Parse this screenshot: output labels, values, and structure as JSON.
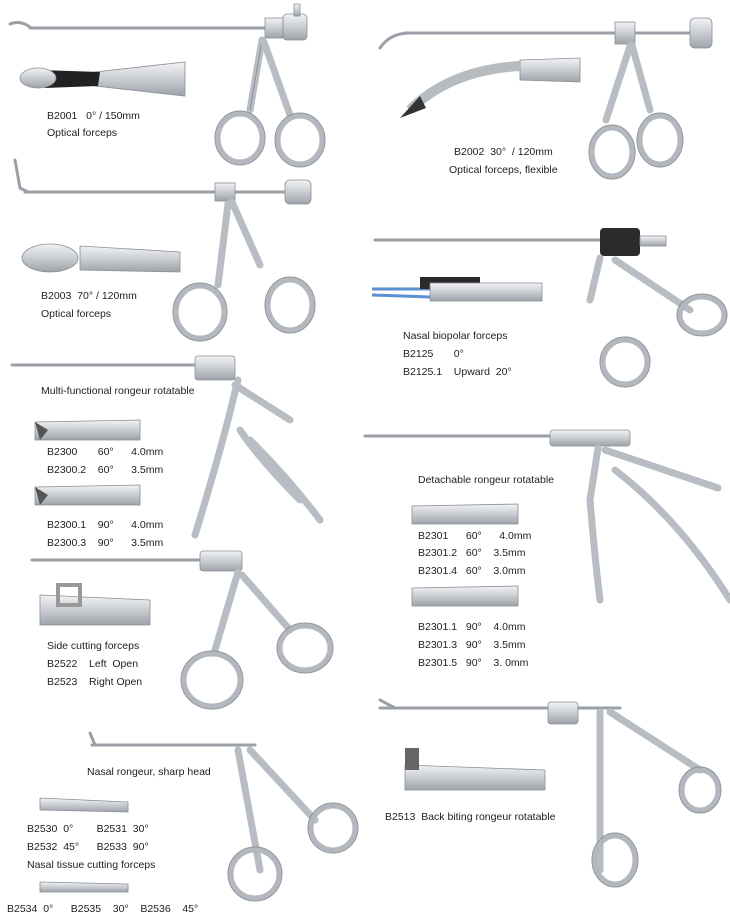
{
  "items": {
    "b2001": {
      "code": "B2001   0° / 150mm",
      "name": "Optical forceps"
    },
    "b2002": {
      "code": "B2002  30°  / 120mm",
      "name": "Optical forceps, flexible"
    },
    "b2003": {
      "code": "B2003  70° / 120mm",
      "name": "Optical forceps"
    },
    "bipolar": {
      "name": "Nasal biopolar forceps",
      "l1": "B2125       0°",
      "l2": "B2125.1    Upward  20°"
    },
    "multi": {
      "name": "Multi-functional rongeur rotatable",
      "r1": "B2300       60°      4.0mm",
      "r2": "B2300.2    60°      3.5mm",
      "r3": "B2300.1    90°      4.0mm",
      "r4": "B2300.3    90°      3.5mm"
    },
    "detach": {
      "name": "Detachable rongeur rotatable",
      "r1": "B2301      60°      4.0mm",
      "r2": "B2301.2   60°    3.5mm",
      "r3": "B2301.4   60°    3.0mm",
      "r4": "B2301.1   90°    4.0mm",
      "r5": "B2301.3   90°    3.5mm",
      "r6": "B2301.5   90°    3. 0mm"
    },
    "side": {
      "name": "Side cutting forceps",
      "l1": "B2522    Left  Open",
      "l2": "B2523    Right Open"
    },
    "nasal_sharp": {
      "name": "Nasal rongeur, sharp head"
    },
    "nasal_tissue": {
      "r1": "B2530  0°        B2531  30°",
      "r2": "B2532  45°      B2533  90°",
      "name": "Nasal tissue cutting forceps",
      "r3": "B2534  0°      B2535    30°    B2536    45°"
    },
    "back": {
      "name": "B2513  Back biting rongeur rotatable"
    }
  }
}
